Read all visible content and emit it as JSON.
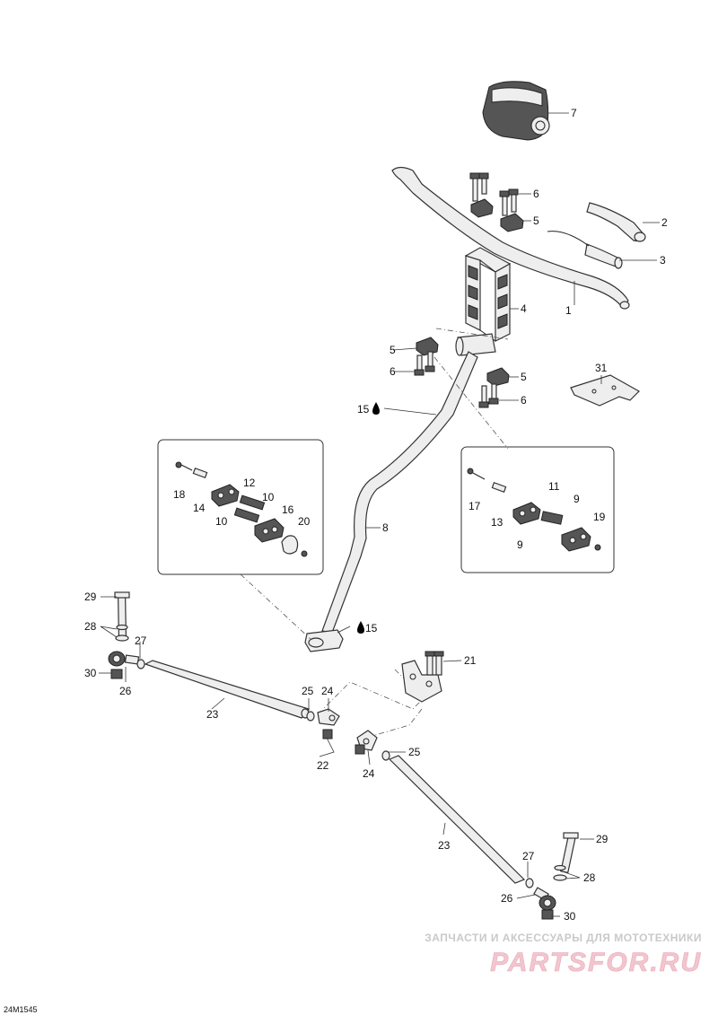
{
  "diagram": {
    "drawing_ref": "24M1545",
    "callouts": {
      "c1": "1",
      "c2": "2",
      "c3": "3",
      "c4": "4",
      "c5a": "5",
      "c5b": "5",
      "c5c": "5",
      "c6a": "6",
      "c6b": "6",
      "c6c": "6",
      "c7": "7",
      "c8": "8",
      "c9a": "9",
      "c9b": "9",
      "c10a": "10",
      "c10b": "10",
      "c11": "11",
      "c12": "12",
      "c13": "13",
      "c14": "14",
      "c15a": "15",
      "c15b": "15",
      "c16": "16",
      "c17": "17",
      "c18": "18",
      "c19": "19",
      "c20": "20",
      "c21": "21",
      "c22": "22",
      "c23a": "23",
      "c23b": "23",
      "c24a": "24",
      "c24b": "24",
      "c25a": "25",
      "c25b": "25",
      "c26a": "26",
      "c26b": "26",
      "c27a": "27",
      "c27b": "27",
      "c28a": "28",
      "c28b": "28",
      "c29a": "29",
      "c29b": "29",
      "c30a": "30",
      "c30b": "30",
      "c31": "31"
    }
  },
  "watermark": {
    "tagline": "ЗАПЧАСТИ И АКСЕССУАРЫ ДЛЯ МОТОТЕХНИКИ",
    "logo": "PARTSFOR.RU"
  }
}
